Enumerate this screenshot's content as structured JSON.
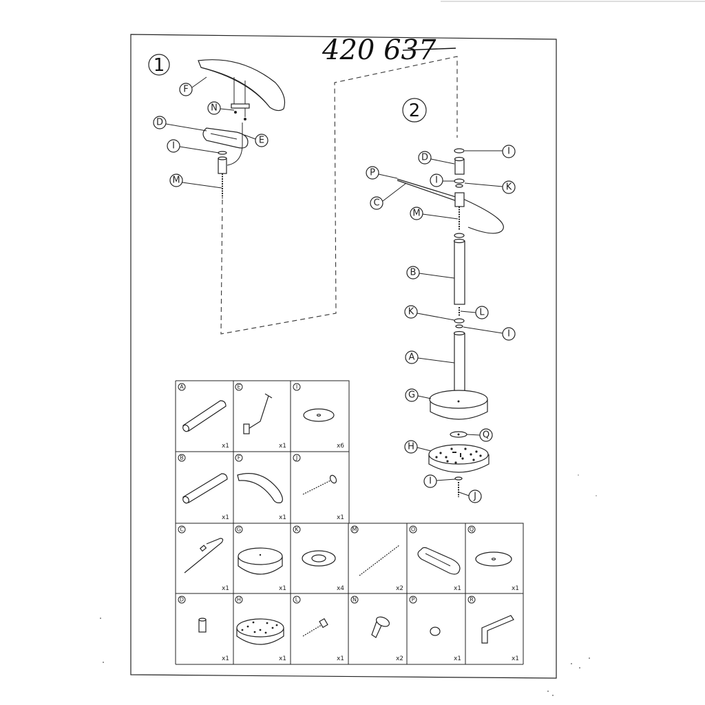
{
  "sheet": {
    "handwritten_number": "420 637",
    "step1_label": "1",
    "step2_label": "2"
  },
  "step1_callouts": [
    "F",
    "N",
    "D",
    "E",
    "I",
    "M"
  ],
  "step2_callouts": [
    "I",
    "D",
    "P",
    "I",
    "K",
    "C",
    "M",
    "B",
    "K",
    "L",
    "I",
    "A",
    "G",
    "Q",
    "H",
    "I",
    "J"
  ],
  "parts_table": [
    {
      "letter": "A",
      "qty": "x1"
    },
    {
      "letter": "E",
      "qty": "x1"
    },
    {
      "letter": "I",
      "qty": "x6"
    },
    {
      "letter": "B",
      "qty": "x1"
    },
    {
      "letter": "F",
      "qty": "x1"
    },
    {
      "letter": "J",
      "qty": "x1"
    },
    {
      "letter": "C",
      "qty": "x1"
    },
    {
      "letter": "G",
      "qty": "x1"
    },
    {
      "letter": "K",
      "qty": "x4"
    },
    {
      "letter": "M",
      "qty": "x2"
    },
    {
      "letter": "O",
      "qty": "x1"
    },
    {
      "letter": "Q",
      "qty": "x1"
    },
    {
      "letter": "D",
      "qty": "x1"
    },
    {
      "letter": "H",
      "qty": "x1"
    },
    {
      "letter": "L",
      "qty": "x1"
    },
    {
      "letter": "N",
      "qty": "x2"
    },
    {
      "letter": "P",
      "qty": "x1"
    },
    {
      "letter": "R",
      "qty": "x1"
    }
  ]
}
